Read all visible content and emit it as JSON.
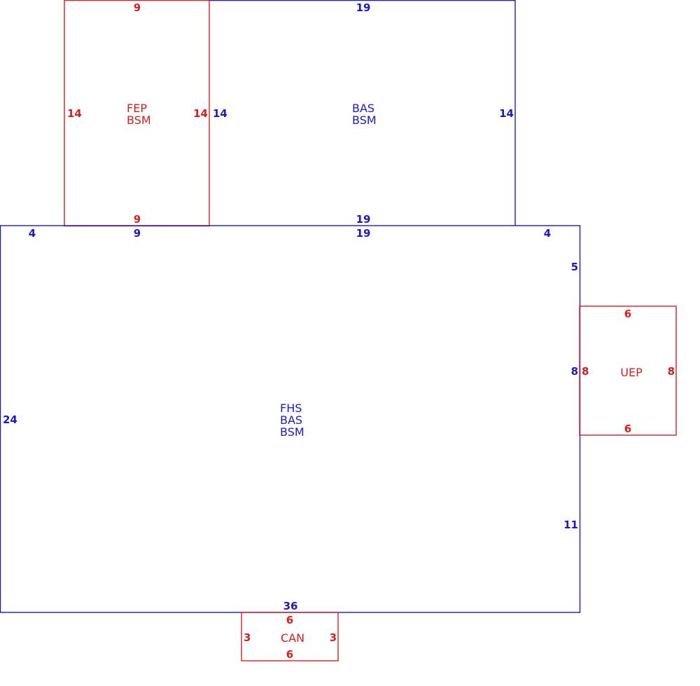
{
  "colors": {
    "main": "#1a1acc",
    "addition": "#d81e1e"
  },
  "areas": {
    "fep": {
      "code1": "FEP",
      "code2": "BSM",
      "top": "9",
      "bottom": "9",
      "left": "14",
      "right": "14"
    },
    "bas": {
      "code1": "BAS",
      "code2": "BSM",
      "top": "19",
      "bottom": "19",
      "left": "14",
      "right": "14"
    },
    "fhs": {
      "code1": "FHS",
      "code2": "BAS",
      "code3": "BSM",
      "top_left": "4",
      "top_mid1": "9",
      "top_mid2": "19",
      "top_right": "4",
      "right_upper": "5",
      "right_mid": "8",
      "right_lower": "11",
      "left": "24",
      "bottom": "36"
    },
    "uep": {
      "code1": "UEP",
      "top": "6",
      "bottom": "6",
      "left": "8",
      "right": "8"
    },
    "can": {
      "code1": "CAN",
      "top": "6",
      "bottom": "6",
      "left": "3",
      "right": "3"
    }
  }
}
